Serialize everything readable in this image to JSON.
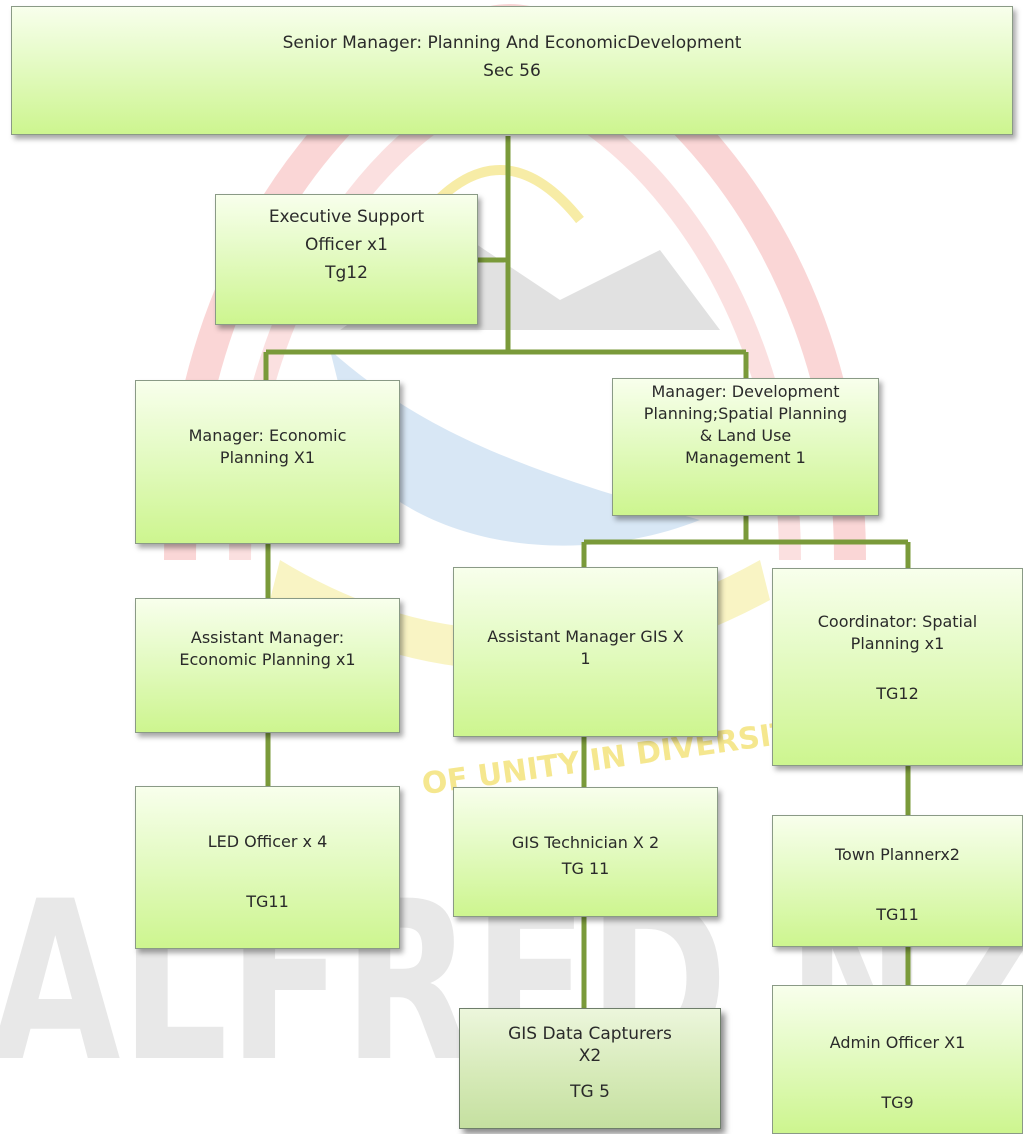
{
  "org_chart": {
    "senior_manager": {
      "title": "Senior Manager: Planning And EconomicDevelopment",
      "grade": "Sec 56"
    },
    "executive_support": {
      "title_line1": "Executive Support",
      "title_line2": "Officer  x1",
      "grade": "Tg12"
    },
    "manager_economic": {
      "title_line1": "Manager: Economic",
      "title_line2": "Planning X1"
    },
    "manager_development": {
      "line1": "Manager: Development",
      "line2": "Planning;Spatial Planning",
      "line3": "& Land Use",
      "line4": "Management 1"
    },
    "asst_manager_economic": {
      "title_line1": "Assistant Manager:",
      "title_line2": "Economic Planning x1"
    },
    "asst_manager_gis": {
      "title_line1": "Assistant Manager GIS X",
      "title_line2": "1"
    },
    "coordinator_spatial": {
      "title_line1": "Coordinator: Spatial",
      "title_line2": "Planning x1",
      "grade": "TG12"
    },
    "led_officer": {
      "title": "LED Officer x 4",
      "grade": "TG11"
    },
    "gis_technician": {
      "title": "GIS Technician X 2",
      "grade": "TG 11"
    },
    "town_planner": {
      "title": "Town Plannerx2",
      "grade": "TG11"
    },
    "gis_data_capturers": {
      "title_line1": "GIS Data Capturers",
      "title_line2": "X2",
      "grade": "TG 5"
    },
    "admin_officer": {
      "title": "Admin Officer X1",
      "grade": "TG9"
    }
  },
  "watermark": {
    "text": "ALFRED NZ",
    "motto": "OF UNITY IN DIVERSITY"
  },
  "colors": {
    "connector": "#7a9a3a",
    "box_top": "#f8ffec",
    "box_bottom": "#cdf58f",
    "watermark_ring": "#f4a6a6",
    "watermark_gold": "#f2e06a"
  }
}
